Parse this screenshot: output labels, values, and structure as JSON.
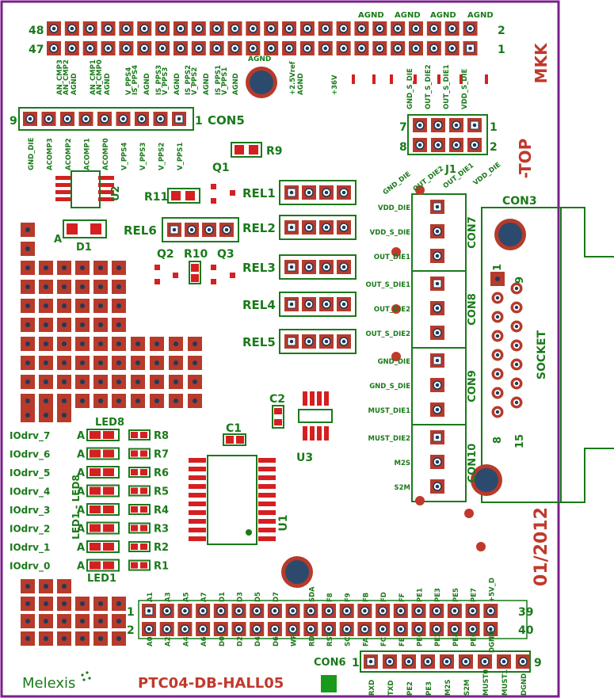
{
  "board": {
    "name": "PTC04-DB-HALL05",
    "brand": "Melexis",
    "date": "01/2012",
    "side": "-TOP",
    "code": "MKK"
  },
  "top_header": {
    "pin_top_left": "48",
    "pin_bottom_left": "47",
    "pin_top_right": "2",
    "pin_bottom_right": "1",
    "agnd_labels": [
      "AGND",
      "AGND",
      "AGND",
      "AGND"
    ],
    "signal_labels": [
      "AN_CMP3",
      "AN_CMP2",
      "AGND",
      "AN_CMP1",
      "AN_CMP0",
      "AGND",
      "V_PPS4",
      "IS_PPS4",
      "AGND",
      "IS_PPS3",
      "V_PPS3",
      "AGND",
      "IS_PPS2",
      "V_PPS2",
      "AGND",
      "IS_PPS1",
      "V_PPS1",
      "AGND",
      "+2.5Vref",
      "AGND",
      "+36V"
    ],
    "agnd_center": "AGND"
  },
  "con5": {
    "name": "CON5",
    "pin_left": "9",
    "pin_right": "1",
    "labels": [
      "GND_DIE",
      "ACOMP3",
      "ACOMP2",
      "ACOMP1",
      "ACOMP0",
      "V_PPS4",
      "V_PPS3",
      "V_PPS2",
      "V_PPS1"
    ]
  },
  "j1": {
    "name": "J1",
    "pin_tl": "7",
    "pin_bl": "8",
    "pin_tr": "1",
    "pin_br": "2",
    "labels_top": [
      "GND_S_DIE",
      "OUT_S_DIE2",
      "OUT_S_DIE1",
      "VDD_S_DIE"
    ],
    "labels_bottom": [
      "GND_DIE",
      "OUT_DIE2",
      "OUT_DIE1",
      "VDD_DIE"
    ]
  },
  "components": {
    "r9": "R9",
    "r10": "R10",
    "r11": "R11",
    "q1": "Q1",
    "q2": "Q2",
    "q3": "Q3",
    "u2": "U2",
    "d1": "D1",
    "a": "A",
    "c1": "C1",
    "c2": "C2",
    "u1": "U1",
    "u3": "U3"
  },
  "relays": [
    "REL1",
    "REL2",
    "REL3",
    "REL4",
    "REL5",
    "REL6"
  ],
  "con_blocks": [
    {
      "name": "CON7",
      "labels": [
        "VDD_DIE",
        "VDD_S_DIE",
        "OUT_DIE1"
      ]
    },
    {
      "name": "CON8",
      "labels": [
        "OUT_S_DIE1",
        "OUT_DIE2",
        "OUT_S_DIE2"
      ]
    },
    {
      "name": "CON9",
      "labels": [
        "GND_DIE",
        "GND_S_DIE",
        "MUST_DIE1"
      ]
    },
    {
      "name": "CON10",
      "labels": [
        "MUST_DIE2",
        "M2S",
        "S2M"
      ]
    }
  ],
  "con3": {
    "name": "CON3",
    "socket": "SOCKET",
    "p1": "1",
    "p9": "9",
    "p8": "8",
    "p15": "15"
  },
  "leds": {
    "led8": "LED8",
    "led1": "LED1",
    "range_label": "LED1 - LED8",
    "rows": [
      {
        "drv": "IOdrv_7",
        "r": "R8"
      },
      {
        "drv": "IOdrv_6",
        "r": "R7"
      },
      {
        "drv": "IOdrv_5",
        "r": "R6"
      },
      {
        "drv": "IOdrv_4",
        "r": "R5"
      },
      {
        "drv": "IOdrv_3",
        "r": "R4"
      },
      {
        "drv": "IOdrv_2",
        "r": "R3"
      },
      {
        "drv": "IOdrv_1",
        "r": "R2"
      },
      {
        "drv": "IOdrv_0",
        "r": "R1"
      }
    ],
    "anode": "A"
  },
  "bottom_header": {
    "pin_top_left": "1",
    "pin_bottom_left": "2",
    "pin_top_right": "39",
    "pin_bottom_right": "40",
    "top_labels": [
      "A1",
      "A3",
      "A5",
      "A7",
      "D1",
      "D3",
      "D5",
      "D7",
      "",
      "SDA",
      "F8",
      "F9",
      "FB",
      "FD",
      "FF",
      "PE1",
      "PE3",
      "PE5",
      "PE7",
      "+5V_D"
    ],
    "bottom_labels": [
      "A0",
      "A2",
      "A4",
      "A6",
      "D0",
      "D2",
      "D4",
      "D6",
      "WR",
      "RD",
      "RST",
      "SCL",
      "FA",
      "FC",
      "FE",
      "PE0",
      "PE2",
      "PE4",
      "PE6",
      "DGND"
    ]
  },
  "con6": {
    "name": "CON6",
    "pin_left": "1",
    "pin_right": "9",
    "labels": [
      "RXD",
      "TXD",
      "PE2",
      "PE3",
      "M2S",
      "S2M",
      "MUST0",
      "MUST1",
      "DGND"
    ]
  },
  "colors": {
    "silk": "#1a7a1a",
    "copper": "#b73a2a",
    "pad": "#ffffff",
    "outline": "#7a1f8c",
    "drill": "#1f3a5a"
  }
}
